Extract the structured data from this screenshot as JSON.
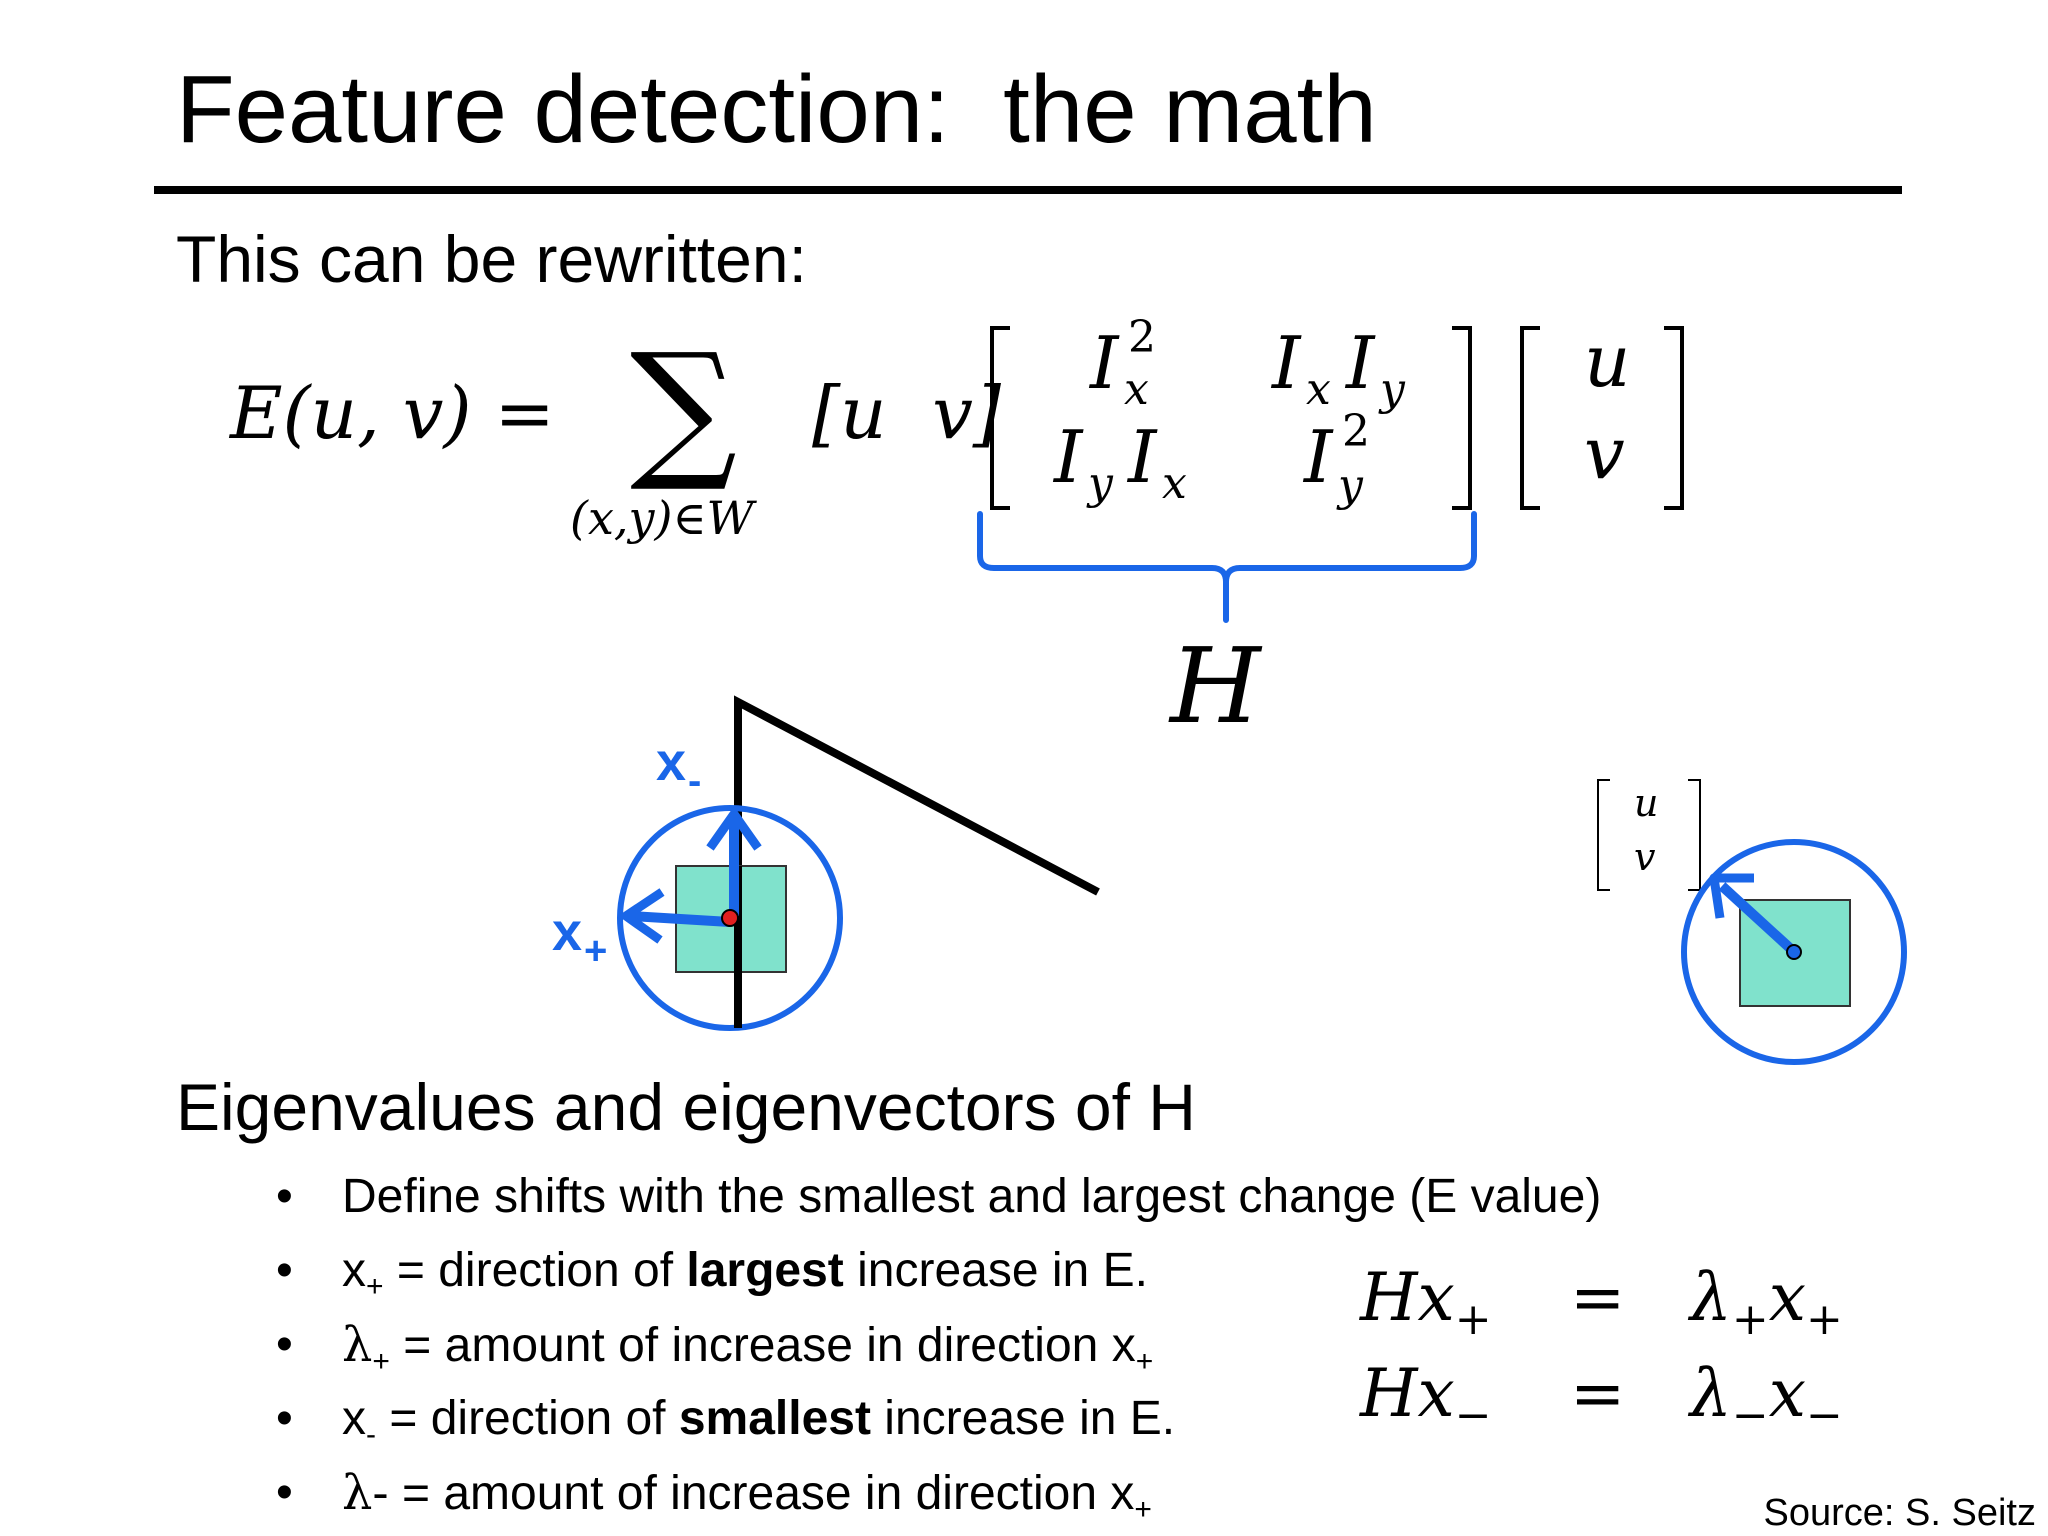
{
  "title": "Feature detection:  the math",
  "intro": "This can be rewritten:",
  "equation": {
    "lhs": "E(u, v) =",
    "sum_symbol": "∑",
    "sum_index": "(x,y)∈W",
    "row_vector": "[u  v]",
    "matrix": {
      "r1c1_base": "I",
      "r1c1_sup": "2",
      "r1c1_sub": "x",
      "r1c2_a": "I",
      "r1c2_a_sub": "x",
      "r1c2_b": "I",
      "r1c2_b_sub": "y",
      "r2c1_a": "I",
      "r2c1_a_sub": "y",
      "r2c1_b": "I",
      "r2c1_b_sub": "x",
      "r2c2_base": "I",
      "r2c2_sup": "2",
      "r2c2_sub": "y"
    },
    "col_vector": [
      "u",
      "v"
    ],
    "brace_label": "H"
  },
  "diagram": {
    "x_minus_label": "x",
    "x_minus_sub": "-",
    "x_plus_label": "x",
    "x_plus_sub": "+",
    "uv_vector": [
      "u",
      "v"
    ],
    "colors": {
      "accent_blue": "#1a66e8",
      "window_fill": "#80e2cc",
      "center_dot": "#e02020",
      "edge": "#000000"
    }
  },
  "section_heading": "Eigenvalues and eigenvectors of H",
  "bullet_marker": "•",
  "bullets": [
    {
      "text": "Define shifts with the smallest and largest change (E value)"
    },
    {
      "pre": "x",
      "pre_sub": "+",
      "mid": " = direction of ",
      "bold": "largest",
      "post": " increase in E."
    },
    {
      "pre": "λ",
      "pre_sub": "+",
      "mid": " = amount of increase in direction x",
      "end_sub": "+"
    },
    {
      "pre": "x",
      "pre_sub": "-",
      "mid": " = direction of ",
      "bold": "smallest",
      "post": " increase in E."
    },
    {
      "pre": "λ-",
      "mid": " = amount of increase in direction x",
      "end_sub": "+"
    }
  ],
  "eigen_equations": [
    {
      "lhs": "Hx",
      "lhs_sub": "+",
      "eq": "=",
      "rhs": "λ",
      "rhs_sub1": "+",
      "rhs2": "x",
      "rhs_sub2": "+"
    },
    {
      "lhs": "Hx",
      "lhs_sub": "−",
      "eq": "=",
      "rhs": "λ",
      "rhs_sub1": "−",
      "rhs2": "x",
      "rhs_sub2": "−"
    }
  ],
  "source": "Source: S. Seitz"
}
